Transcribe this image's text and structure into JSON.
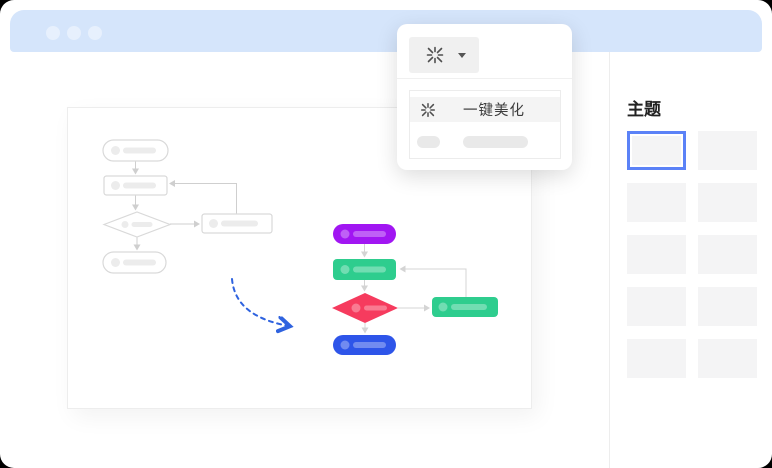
{
  "titlebar": {
    "color": "#d5e5fb"
  },
  "popup": {
    "icon": "beautify-spark",
    "menu_label": "一键美化"
  },
  "sidebar": {
    "title": "主题",
    "tile_count": 10,
    "selected_tile_index": 0,
    "selected_border_color": "#5b82f7",
    "tile_color": "#f4f4f5"
  },
  "transform_arrow": {
    "color": "#2f63df",
    "style": "dashed-curve"
  },
  "flowchart_before": {
    "stroke": "#d9d9d9",
    "placeholder_color": "#ececec",
    "connector_color": "#cfcfcf",
    "nodes": [
      {
        "shape": "terminator"
      },
      {
        "shape": "process"
      },
      {
        "shape": "decision"
      },
      {
        "shape": "process"
      },
      {
        "shape": "terminator"
      }
    ]
  },
  "flowchart_after": {
    "connector_color": "#d4d4d4",
    "nodes": [
      {
        "shape": "terminator",
        "color": "#a116f2"
      },
      {
        "shape": "process",
        "color": "#2ecd8e"
      },
      {
        "shape": "decision",
        "color": "#f63b5e"
      },
      {
        "shape": "process",
        "color": "#2ecd8e"
      },
      {
        "shape": "terminator",
        "color": "#2e55e9"
      }
    ]
  }
}
